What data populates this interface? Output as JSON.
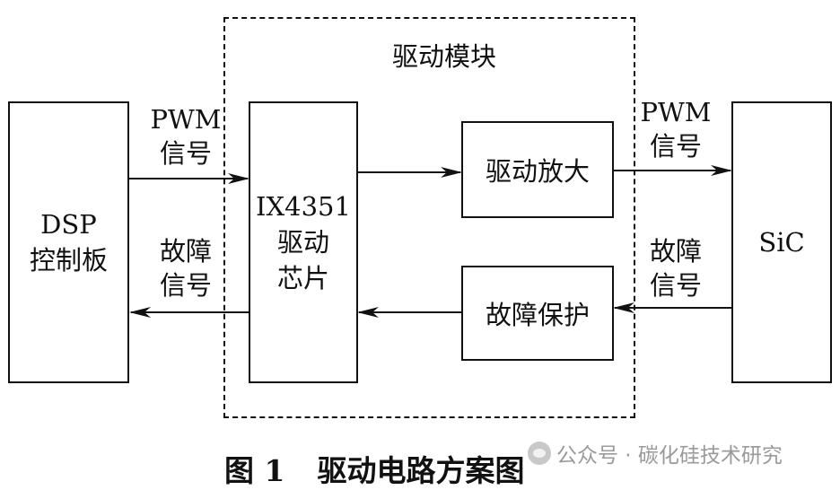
{
  "diagram": {
    "module_title": "驱动模块",
    "dsp_board": {
      "line1": "DSP",
      "line2": "控制板"
    },
    "driver_chip": {
      "line1": "IX4351",
      "line2": "驱动",
      "line3": "芯片"
    },
    "amplifier": "驱动放大",
    "fault_protect": "故障保护",
    "sic": "SiC",
    "pwm_left": {
      "line1": "PWM",
      "line2": "信号"
    },
    "fault_left": {
      "line1": "故障",
      "line2": "信号"
    },
    "pwm_right": {
      "line1": "PWM",
      "line2": "信号"
    },
    "fault_right": {
      "line1": "故障",
      "line2": "信号"
    }
  },
  "caption": {
    "figure_no": "图 1",
    "title": "驱动电路方案图"
  },
  "watermark": {
    "text": "公众号 · 碳化硅技术研究"
  }
}
